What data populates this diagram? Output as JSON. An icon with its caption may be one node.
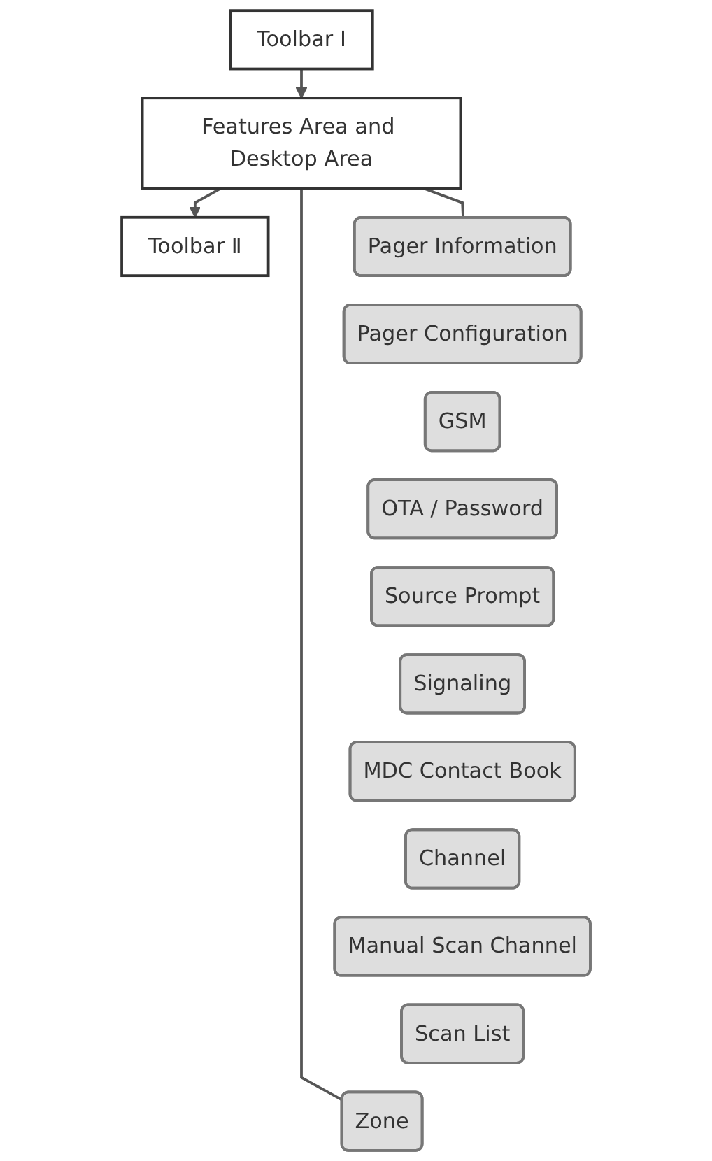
{
  "diagram": {
    "nodes": [
      {
        "text": [
          "Toolbar Ⅰ"
        ]
      },
      {
        "text": [
          "Features Area and Desktop Area"
        ]
      },
      {
        "text": [
          "Toolbar Ⅱ"
        ]
      },
      {
        "text": [
          "Pager Information"
        ]
      },
      {
        "text": [
          "Pager Configuration"
        ]
      },
      {
        "text": [
          "GSM"
        ]
      },
      {
        "text": [
          "OTA / Password"
        ]
      },
      {
        "text": [
          "Source Prompt"
        ]
      },
      {
        "text": [
          "Signaling"
        ]
      },
      {
        "text": [
          "MDC Contact Book"
        ]
      },
      {
        "text": [
          "Channel"
        ]
      },
      {
        "text": [
          "Manual Scan Channel"
        ]
      },
      {
        "text": [
          "Scan List"
        ]
      },
      {
        "text": [
          "Zone"
        ]
      }
    ],
    "edges": [
      {
        "from": 0,
        "to": 1,
        "arrow": "to"
      },
      {
        "from": 1,
        "to": 2,
        "arrow": "to"
      },
      {
        "from": 1,
        "to": 3,
        "arrow": "none"
      },
      {
        "from": 1,
        "to": 13,
        "arrow": "none"
      }
    ]
  }
}
